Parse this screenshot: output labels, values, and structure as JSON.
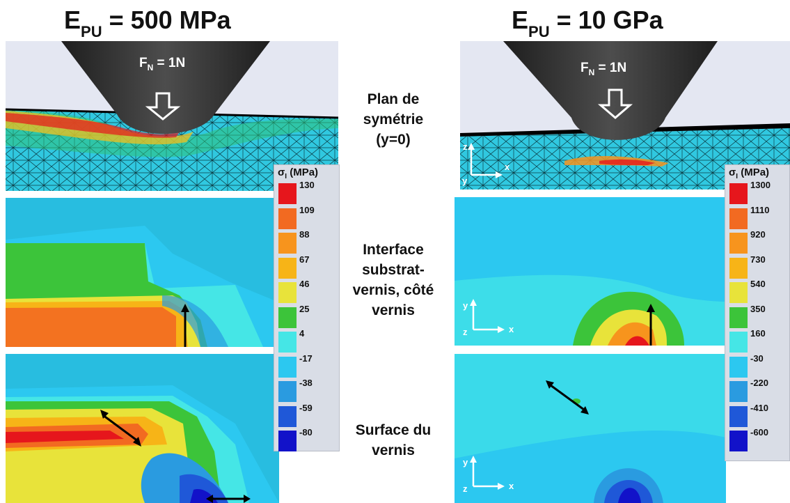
{
  "titles": {
    "left_main": "E",
    "left_sub": "PU",
    "left_rest": " = 500 MPa",
    "right_main": "E",
    "right_sub": "PU",
    "right_rest": " = 10 GPa"
  },
  "force": {
    "main": "F",
    "sub": "N",
    "rest": " = 1N"
  },
  "row_labels": {
    "row1": [
      "Plan de",
      "symétrie",
      "(y=0)"
    ],
    "row2": [
      "Interface",
      "substrat-",
      "vernis, côté",
      "vernis"
    ],
    "row3": [
      "Surface du",
      "vernis"
    ]
  },
  "legend_left": {
    "title_main": "σ",
    "title_sub": "I",
    "title_rest": " (MPa)",
    "ticks": [
      "130",
      "109",
      "88",
      "67",
      "46",
      "25",
      "4",
      "-17",
      "-38",
      "-59",
      "-80"
    ]
  },
  "legend_right": {
    "title_main": "σ",
    "title_sub": "I",
    "title_rest": " (MPa)",
    "ticks": [
      "1300",
      "1110",
      "920",
      "730",
      "540",
      "350",
      "160",
      "-30",
      "-220",
      "-410",
      "-600"
    ]
  },
  "legend_colors": [
    "#e6161c",
    "#f26a21",
    "#f7941d",
    "#f7b417",
    "#e8e33a",
    "#3cc43a",
    "#45e6e6",
    "#2cc8f0",
    "#2a9be0",
    "#1f58d8",
    "#1212c9"
  ],
  "axes": {
    "x": "x",
    "y": "y",
    "z": "z"
  }
}
